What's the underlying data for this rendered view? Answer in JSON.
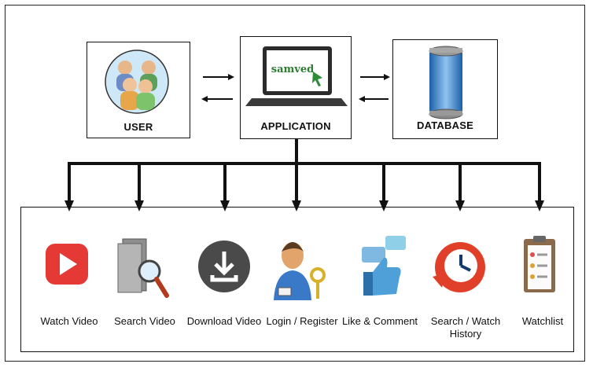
{
  "top_nodes": {
    "user": {
      "label": "USER",
      "icon": "user-group-icon"
    },
    "application": {
      "label": "APPLICATION",
      "screen_text": "samved",
      "icon": "laptop-icon"
    },
    "database": {
      "label": "DATABASE",
      "icon": "database-cylinder-icon"
    }
  },
  "features": [
    {
      "label": "Watch Video",
      "icon": "play-button-icon"
    },
    {
      "label": "Search Video",
      "icon": "search-folder-icon"
    },
    {
      "label": "Download Video",
      "icon": "download-icon"
    },
    {
      "label": "Login / Register",
      "icon": "user-key-icon"
    },
    {
      "label": "Like & Comment",
      "icon": "thumbs-up-comment-icon"
    },
    {
      "label": "Search / Watch History",
      "icon": "history-clock-icon"
    },
    {
      "label": "Watchlist",
      "icon": "clipboard-list-icon"
    }
  ],
  "colors": {
    "play_red": "#e53935",
    "download_gray": "#4a4a4a",
    "history_red": "#e0402a",
    "db_blue": "#2f7fd0",
    "laptop_dark": "#2b2b2b",
    "samved_green": "#2e7d32"
  }
}
